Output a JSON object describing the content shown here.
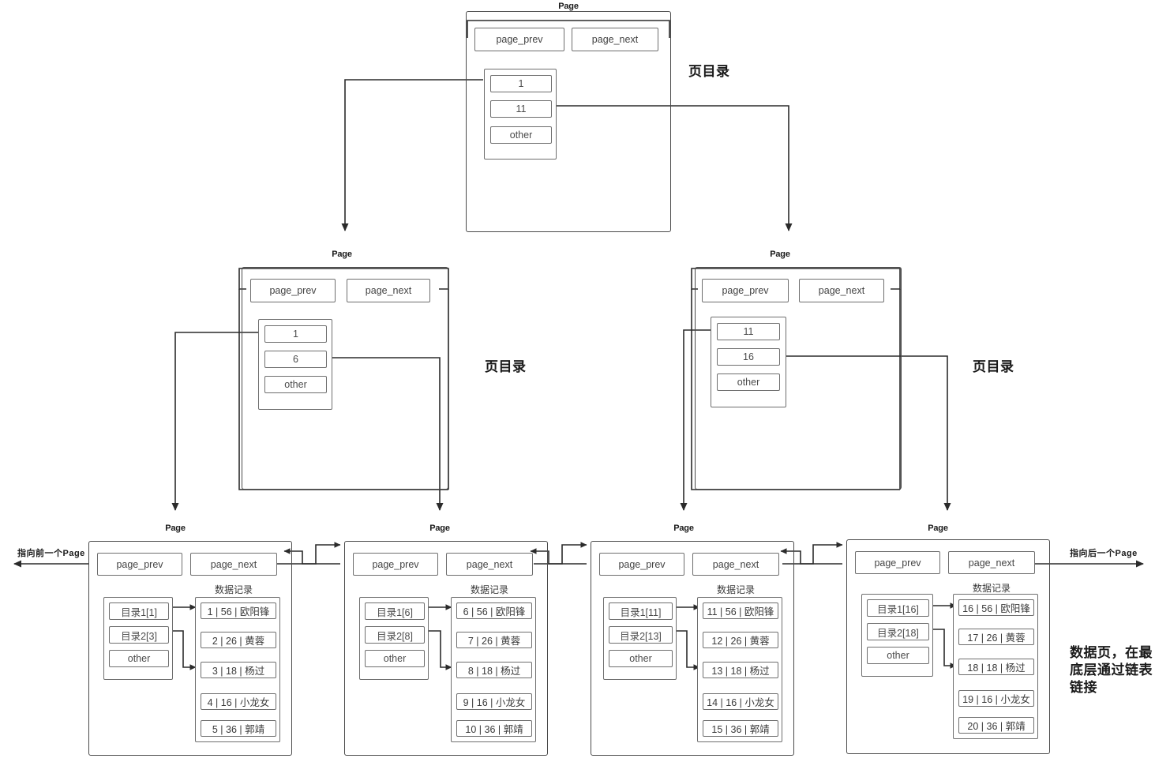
{
  "diagram": {
    "title": "InnoDB B+Tree page structure",
    "page_caption": "Page",
    "header": {
      "prev_label": "page_prev",
      "next_label": "page_next"
    },
    "directory_label": "页目录",
    "records_label": "数据记录",
    "other_label": "other",
    "colors": {
      "border": "#4a4a4a",
      "inner_border": "#6e6e6e",
      "wire": "#333333",
      "text": "#3a3a3a"
    }
  },
  "annotations": {
    "prev_page": "指向前一个Page",
    "next_page": "指向后一个Page",
    "leaf_note": "数据页，在最底层通过链表链接"
  },
  "levels": [
    {
      "level": 0,
      "name": "root",
      "nodes": [
        {
          "id": "root",
          "caption": "Page",
          "prev": "page_prev",
          "next": "page_next",
          "directory_note": "页目录",
          "slots": [
            "1",
            "11",
            "other"
          ]
        }
      ]
    },
    {
      "level": 1,
      "name": "internal",
      "nodes": [
        {
          "id": "internal-left",
          "caption": "Page",
          "prev": "page_prev",
          "next": "page_next",
          "directory_note": "页目录",
          "slots": [
            "1",
            "6",
            "other"
          ]
        },
        {
          "id": "internal-right",
          "caption": "Page",
          "prev": "page_prev",
          "next": "page_next",
          "directory_note": "页目录",
          "slots": [
            "11",
            "16",
            "other"
          ]
        }
      ]
    },
    {
      "level": 2,
      "name": "leaf",
      "nodes": [
        {
          "id": "leaf-1",
          "caption": "Page",
          "prev": "page_prev",
          "next": "page_next",
          "records_label": "数据记录",
          "slots": [
            "目录1[1]",
            "目录2[3]",
            "other"
          ],
          "records": [
            "1 |  56 | 欧阳锋",
            "2 | 26 | 黄蓉",
            "3 | 18 | 杨过",
            "4 | 16 | 小龙女",
            "5 | 36 | 郭靖"
          ]
        },
        {
          "id": "leaf-2",
          "caption": "Page",
          "prev": "page_prev",
          "next": "page_next",
          "records_label": "数据记录",
          "slots": [
            "目录1[6]",
            "目录2[8]",
            "other"
          ],
          "records": [
            "6 |  56 | 欧阳锋",
            "7 |  26 | 黄蓉",
            "8 |  18 | 杨过",
            "9 |  16 | 小龙女",
            "10 |  36 | 郭靖"
          ]
        },
        {
          "id": "leaf-3",
          "caption": "Page",
          "prev": "page_prev",
          "next": "page_next",
          "records_label": "数据记录",
          "slots": [
            "目录1[11]",
            "目录2[13]",
            "other"
          ],
          "records": [
            "11 |  56 | 欧阳锋",
            "12 |  26 | 黄蓉",
            "13 |  18 | 杨过",
            "14 |  16 | 小龙女",
            "15 |  36 | 郭靖"
          ]
        },
        {
          "id": "leaf-4",
          "caption": "Page",
          "prev": "page_prev",
          "next": "page_next",
          "records_label": "数据记录",
          "slots": [
            "目录1[16]",
            "目录2[18]",
            "other"
          ],
          "records": [
            "16 |  56 | 欧阳锋",
            "17 |  26 | 黄蓉",
            "18 |  18 | 杨过",
            "19 |  16 | 小龙女",
            "20 |  36 | 郭靖"
          ]
        }
      ]
    }
  ]
}
